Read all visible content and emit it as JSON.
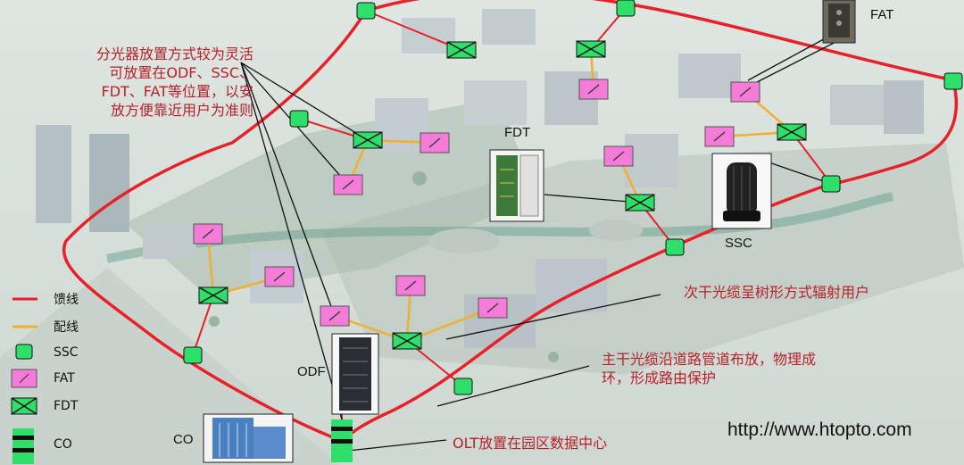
{
  "annotations": {
    "splitter_note": [
      "分光器放置方式较为灵活",
      "可放置在ODF、SSC、",
      "FDT、FAT等位置，以安",
      "放方便靠近用户为准则"
    ],
    "subtrunk_note": "次干光缆呈树形方式辐射用户",
    "trunk_note": [
      "主干光缆沿道路管道布放，物理成",
      "环，形成路由保护"
    ],
    "olt_note": "OLT放置在园区数据中心"
  },
  "equipment_labels": {
    "fat": "FAT",
    "fdt": "FDT",
    "ssc": "SSC",
    "odf": "ODF",
    "co": "CO"
  },
  "legend": [
    {
      "key": "feeder",
      "label": "馈线",
      "symbol": "red-line"
    },
    {
      "key": "distribution",
      "label": "配线",
      "symbol": "orange-line"
    },
    {
      "key": "ssc",
      "label": "SSC",
      "symbol": "green-square"
    },
    {
      "key": "fat",
      "label": "FAT",
      "symbol": "pink-slash-box"
    },
    {
      "key": "fdt",
      "label": "FDT",
      "symbol": "green-x-box"
    },
    {
      "key": "co",
      "label": "CO",
      "symbol": "green-black-bars"
    }
  ],
  "website": "http://www.htopto.com",
  "colors": {
    "feeder": "#e8202a",
    "distribution": "#f0b030",
    "ssc_fill": "#2ee06a",
    "fat_fill": "#f47cd8",
    "fdt_fill": "#2ee06a",
    "note_text": "#b8202a"
  }
}
